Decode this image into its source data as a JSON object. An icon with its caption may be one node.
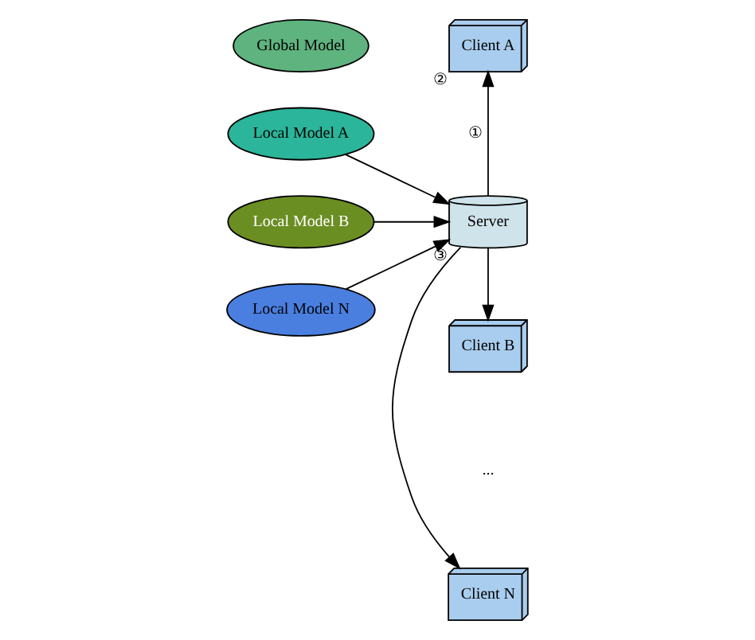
{
  "diagram": {
    "nodes": [
      {
        "text": [
          "Global Model"
        ]
      },
      {
        "text": [
          "Client A"
        ],
        "beside": [
          "②"
        ]
      },
      {
        "text": [
          "Local Model A"
        ]
      },
      {
        "text": [
          "Client B"
        ]
      },
      {
        "text": [
          "Local Model B"
        ]
      },
      {
        "text": [
          "Client N"
        ]
      },
      {
        "text": [
          "Local Model N"
        ]
      },
      {
        "text": [
          "Server"
        ],
        "beside": [
          "③"
        ]
      }
    ],
    "edges": [
      {
        "from": 7,
        "to": 1,
        "arrow": "to",
        "label": "①"
      },
      {
        "from": 7,
        "to": 3,
        "arrow": "to"
      },
      {
        "from": 7,
        "to": 5,
        "arrow": "to"
      },
      {
        "from": 2,
        "to": 7,
        "arrow": "to"
      },
      {
        "from": 4,
        "to": 7,
        "arrow": "to"
      },
      {
        "from": 6,
        "to": 7,
        "arrow": "to"
      }
    ],
    "labels": [
      "..."
    ]
  }
}
